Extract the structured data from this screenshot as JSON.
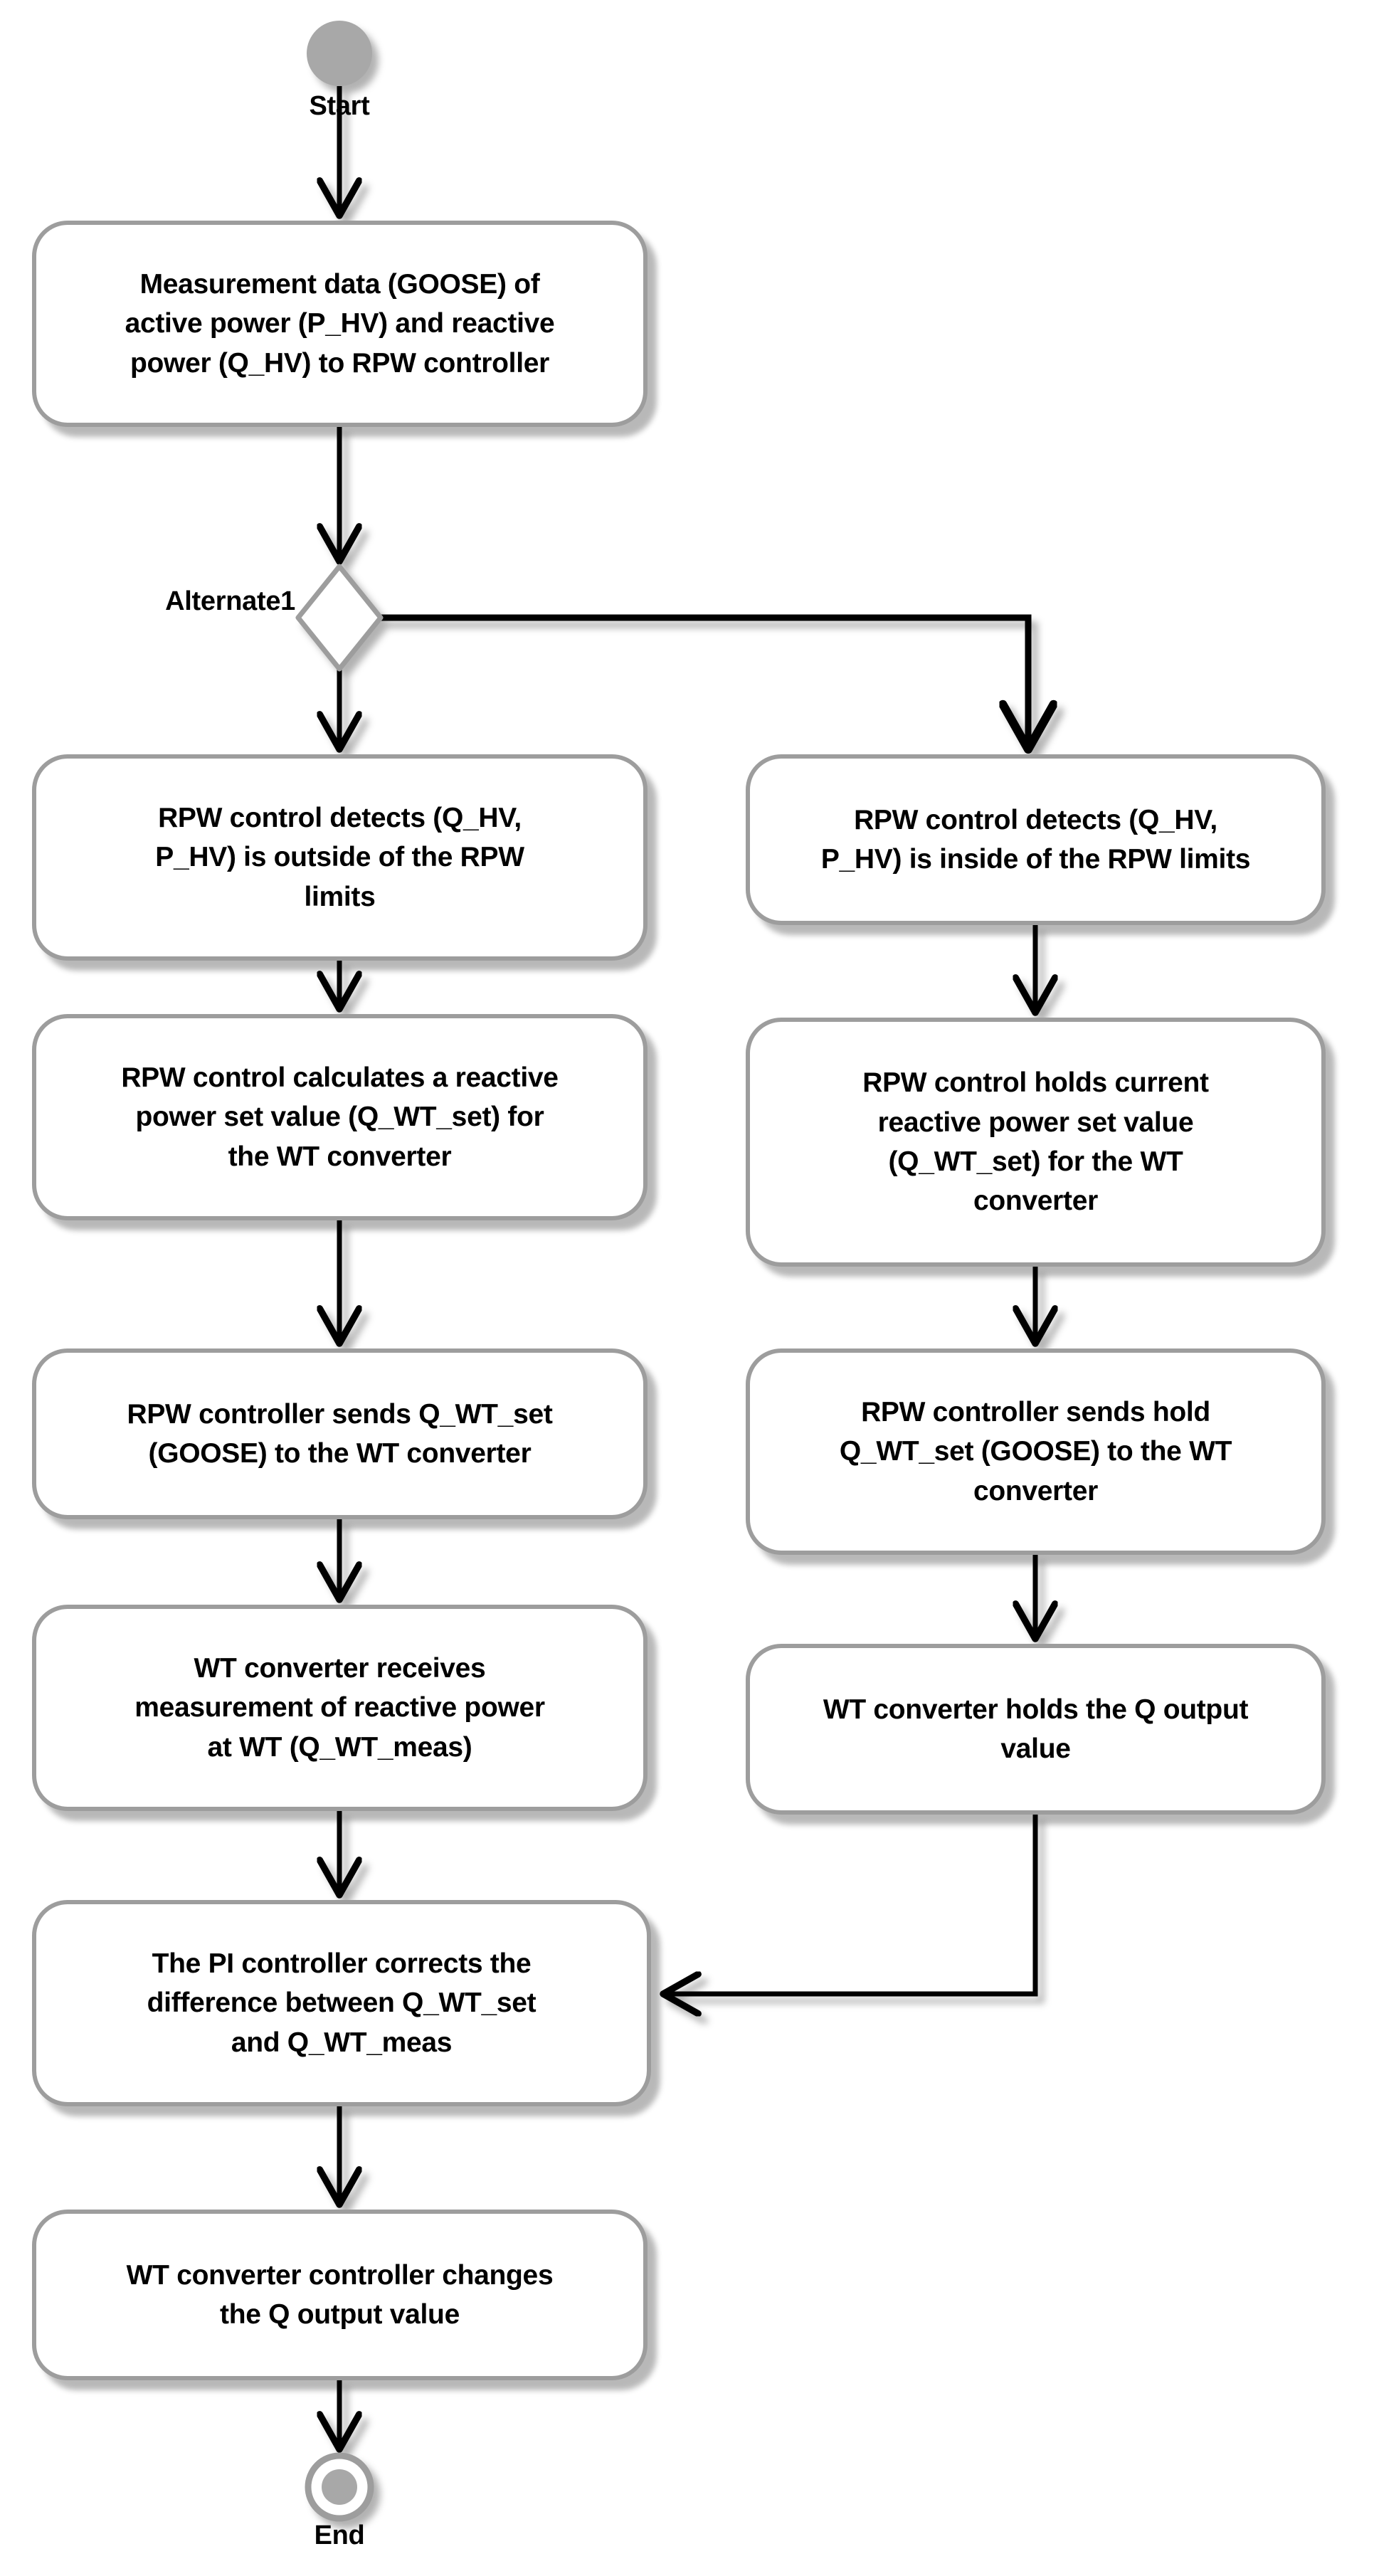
{
  "labels": {
    "start": "Start",
    "decision": "Alternate1",
    "end": "End"
  },
  "nodes": {
    "measurement": "Measurement data (GOOSE) of\nactive power (P_HV) and reactive\npower (Q_HV) to RPW controller",
    "outside_detect": "RPW control detects (Q_HV,\nP_HV) is outside of the RPW\nlimits",
    "calc_set": "RPW control calculates a reactive\npower set value (Q_WT_set) for\nthe WT converter",
    "send_set": "RPW controller sends Q_WT_set\n(GOOSE) to the WT converter",
    "receive_meas": "WT converter receives\nmeasurement of reactive power\nat WT (Q_WT_meas)",
    "inside_detect": "RPW control detects (Q_HV,\nP_HV) is inside of the RPW limits",
    "hold_set": "RPW control holds current\nreactive power set value\n(Q_WT_set) for the WT\nconverter",
    "send_hold": "RPW controller sends hold\nQ_WT_set (GOOSE) to the WT\nconverter",
    "hold_output": "WT converter holds the Q output\nvalue",
    "pi_correct": "The PI controller corrects the\ndifference between Q_WT_set\nand Q_WT_meas",
    "change_output": "WT converter controller changes\nthe Q output value"
  },
  "colors": {
    "node_border": "#9d9d9d",
    "node_fill": "#ffffff",
    "text": "#000000",
    "arrow": "#000000",
    "terminal_fill": "#a8a8a8"
  }
}
